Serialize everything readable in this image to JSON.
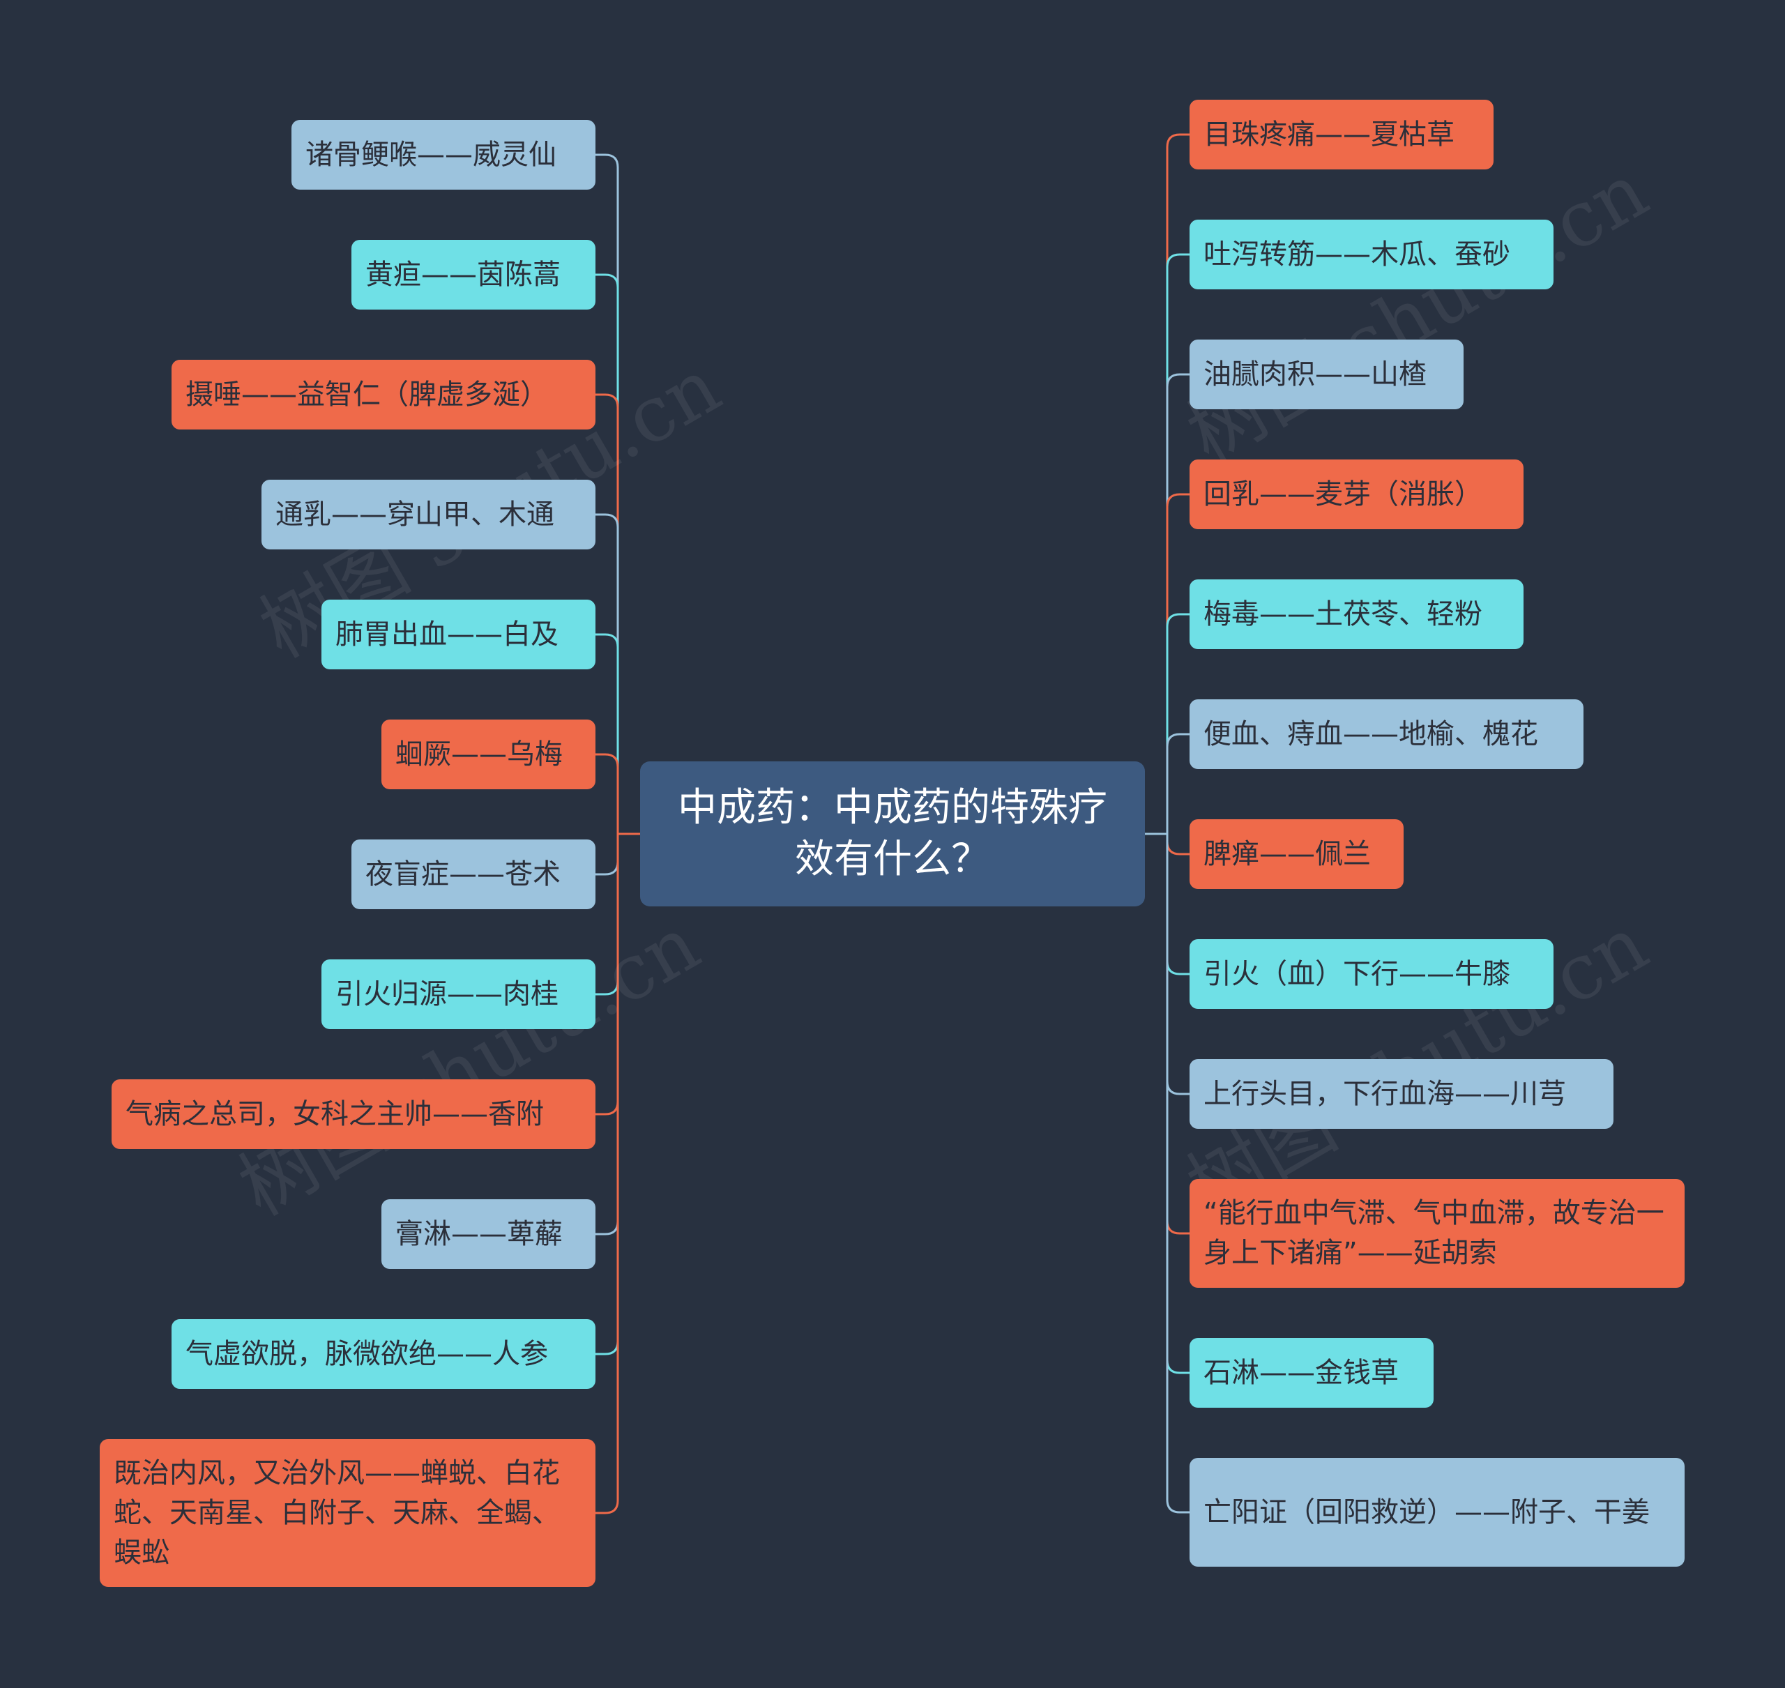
{
  "root": {
    "label": "中成药：中成药的特殊疗效有什么？"
  },
  "watermark": "树图 shutu.cn",
  "colors": {
    "background": "#283140",
    "root": "#3d5a80",
    "blue": "#9cc3dd",
    "cyan": "#6fe0e6",
    "red": "#ef6a4a"
  },
  "left": [
    {
      "label": "诸骨鲠喉——威灵仙",
      "color": "blue"
    },
    {
      "label": "黄疸——茵陈蒿",
      "color": "cyan"
    },
    {
      "label": "摄唾——益智仁（脾虚多涎）",
      "color": "red"
    },
    {
      "label": "通乳——穿山甲、木通",
      "color": "blue"
    },
    {
      "label": "肺胃出血——白及",
      "color": "cyan"
    },
    {
      "label": "蛔厥——乌梅",
      "color": "red"
    },
    {
      "label": "夜盲症——苍术",
      "color": "blue"
    },
    {
      "label": "引火归源——肉桂",
      "color": "cyan"
    },
    {
      "label": "气病之总司，女科之主帅——香附",
      "color": "red"
    },
    {
      "label": "膏淋——萆薢",
      "color": "blue"
    },
    {
      "label": "气虚欲脱，脉微欲绝——人参",
      "color": "cyan"
    },
    {
      "label": "既治内风，又治外风——蝉蜕、白花蛇、天南星、白附子、天麻、全蝎、蜈蚣",
      "color": "red"
    }
  ],
  "right": [
    {
      "label": "目珠疼痛——夏枯草",
      "color": "red"
    },
    {
      "label": "吐泻转筋——木瓜、蚕砂",
      "color": "cyan"
    },
    {
      "label": "油腻肉积——山楂",
      "color": "blue"
    },
    {
      "label": "回乳——麦芽（消胀）",
      "color": "red"
    },
    {
      "label": "梅毒——土茯苓、轻粉",
      "color": "cyan"
    },
    {
      "label": "便血、痔血——地榆、槐花",
      "color": "blue"
    },
    {
      "label": "脾瘅——佩兰",
      "color": "red"
    },
    {
      "label": "引火（血）下行——牛膝",
      "color": "cyan"
    },
    {
      "label": "上行头目，下行血海——川芎",
      "color": "blue"
    },
    {
      "label": "“能行血中气滞、气中血滞，故专治一身上下诸痛”——延胡索",
      "color": "red"
    },
    {
      "label": "石淋——金钱草",
      "color": "cyan"
    },
    {
      "label": "亡阳证（回阳救逆）——附子、干姜",
      "color": "blue"
    }
  ]
}
